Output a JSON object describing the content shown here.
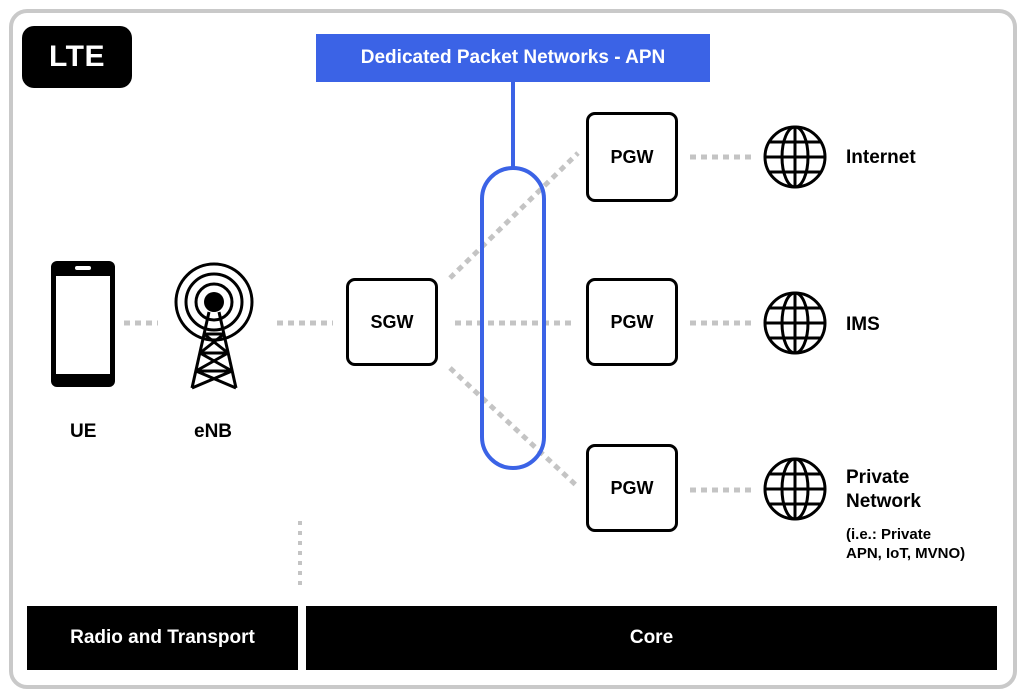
{
  "tag": "LTE",
  "apn_label": "Dedicated Packet Networks - APN",
  "nodes": {
    "ue": "UE",
    "enb": "eNB",
    "sgw": "SGW",
    "pgw": [
      "PGW",
      "PGW",
      "PGW"
    ]
  },
  "networks": {
    "internet": "Internet",
    "ims": "IMS",
    "private_line1": "Private",
    "private_line2": "Network",
    "private_note_line1": "(i.e.: Private",
    "private_note_line2": "APN, IoT, MVNO)"
  },
  "bars": {
    "radio_transport": "Radio and Transport",
    "core": "Core"
  },
  "colors": {
    "accent": "#3b63e6",
    "dotted_link": "#c4c4c4",
    "frame": "#c9c9c9"
  },
  "icons": {
    "ue": "smartphone-icon",
    "enb": "cell-tower-icon",
    "network": "globe-icon"
  }
}
